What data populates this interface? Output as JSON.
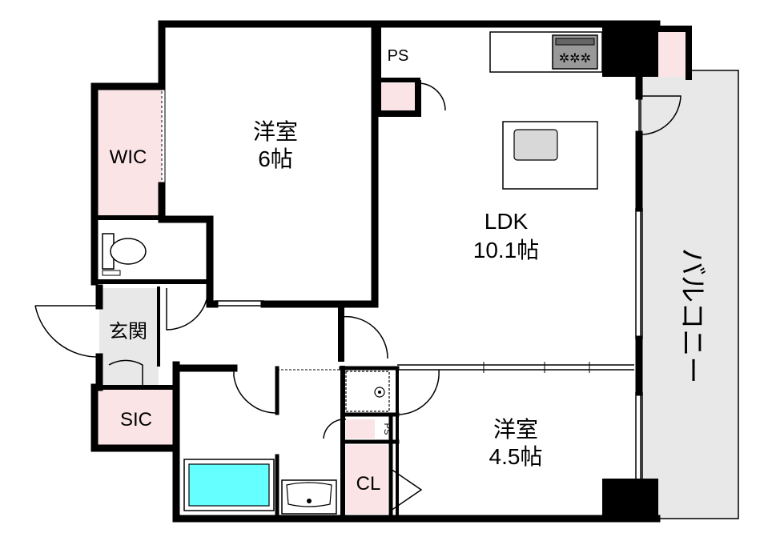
{
  "colors": {
    "wall": "#000000",
    "storage": "#fbe4e6",
    "entrance": "#e8e8e8",
    "balcony": "#e8e8e8",
    "bath": "#66ffff",
    "floor": "#ffffff"
  },
  "rooms": {
    "western6": {
      "name": "洋室",
      "size": "6帖"
    },
    "ldk": {
      "name": "LDK",
      "size": "10.1帖"
    },
    "western45": {
      "name": "洋室",
      "size": "4.5帖"
    },
    "wic": "WIC",
    "entrance": "玄関",
    "sic": "SIC",
    "closet": "CL",
    "ps_top": "PS",
    "ps_small": "PS",
    "balcony": "バルコニー"
  },
  "icons": [
    "stove-icon",
    "sink-icon",
    "toilet-icon",
    "bathtub-icon",
    "washbasin-icon",
    "washer-pan-icon"
  ]
}
